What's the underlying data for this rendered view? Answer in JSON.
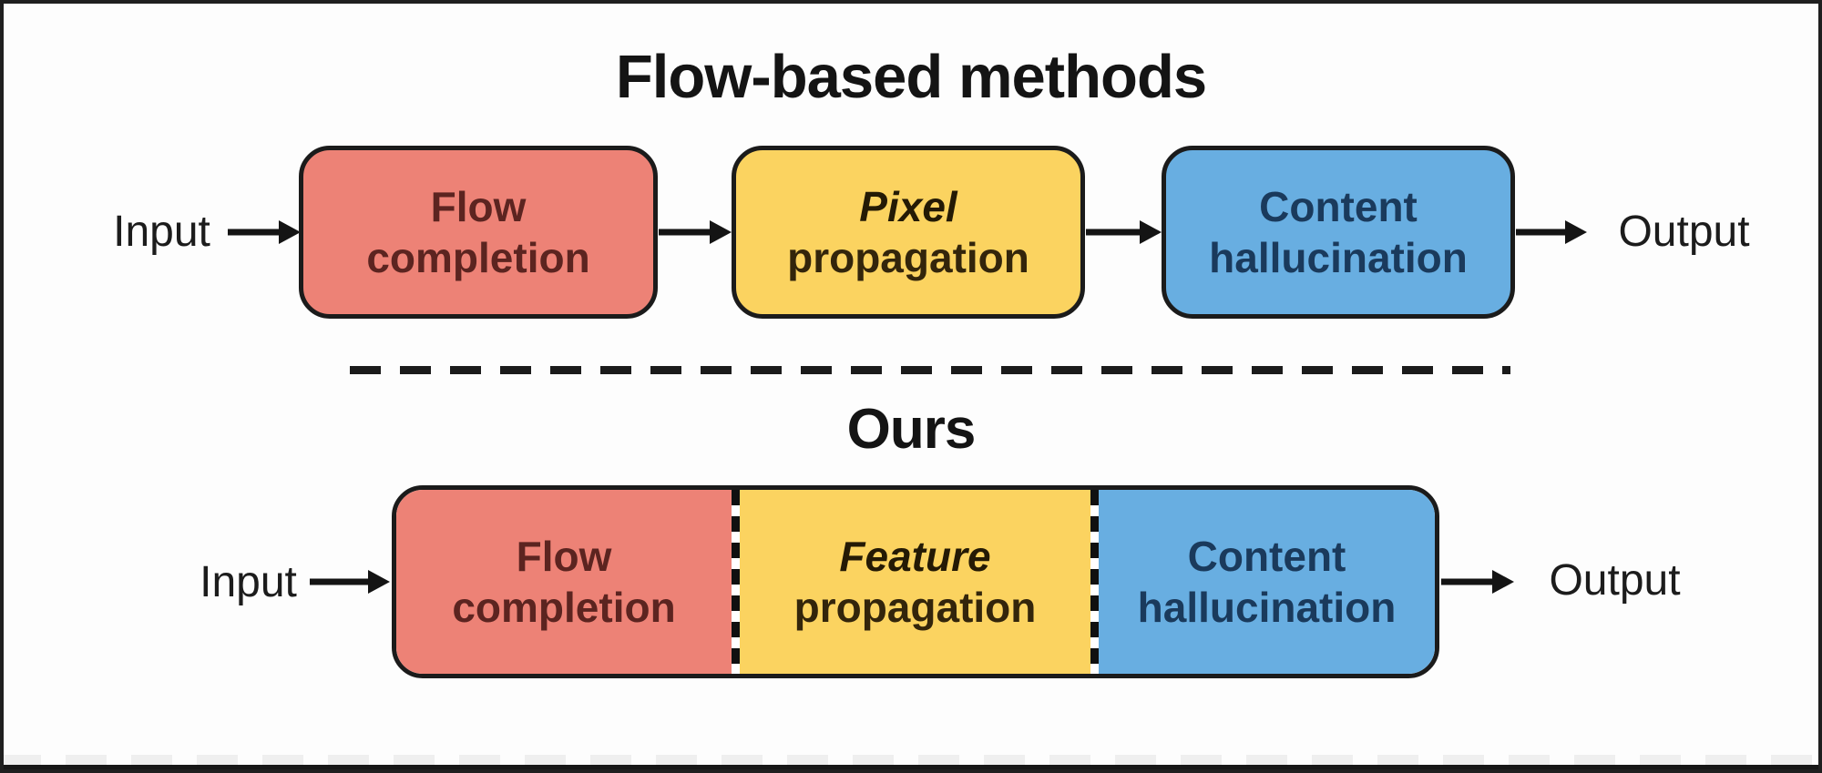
{
  "figure": {
    "top_section": {
      "title": "Flow-based methods",
      "input_label": "Input",
      "output_label": "Output",
      "boxes": [
        {
          "line1": "Flow",
          "line2": "completion",
          "color": "#ED8276",
          "text_color": "#5C2420"
        },
        {
          "line1": "Pixel",
          "line2": "propagation",
          "color": "#FBD360",
          "text_color": "#241A05",
          "emphasized_word": "Pixel"
        },
        {
          "line1": "Content",
          "line2": "hallucination",
          "color": "#68AEE1",
          "text_color": "#1A3A5C"
        }
      ]
    },
    "bottom_section": {
      "title": "Ours",
      "input_label": "Input",
      "output_label": "Output",
      "segments": [
        {
          "line1": "Flow",
          "line2": "completion",
          "color": "#ED8276",
          "text_color": "#5C2420"
        },
        {
          "line1": "Feature",
          "line2": "propagation",
          "color": "#FBD360",
          "text_color": "#241A05",
          "emphasized_word": "Feature"
        },
        {
          "line1": "Content",
          "line2": "hallucination",
          "color": "#68AEE1",
          "text_color": "#1A3A5C"
        }
      ]
    },
    "colors": {
      "border": "#1B1B1B",
      "background": "#FDFDFD",
      "arrow": "#141414",
      "bottom_band": "#171717"
    }
  }
}
